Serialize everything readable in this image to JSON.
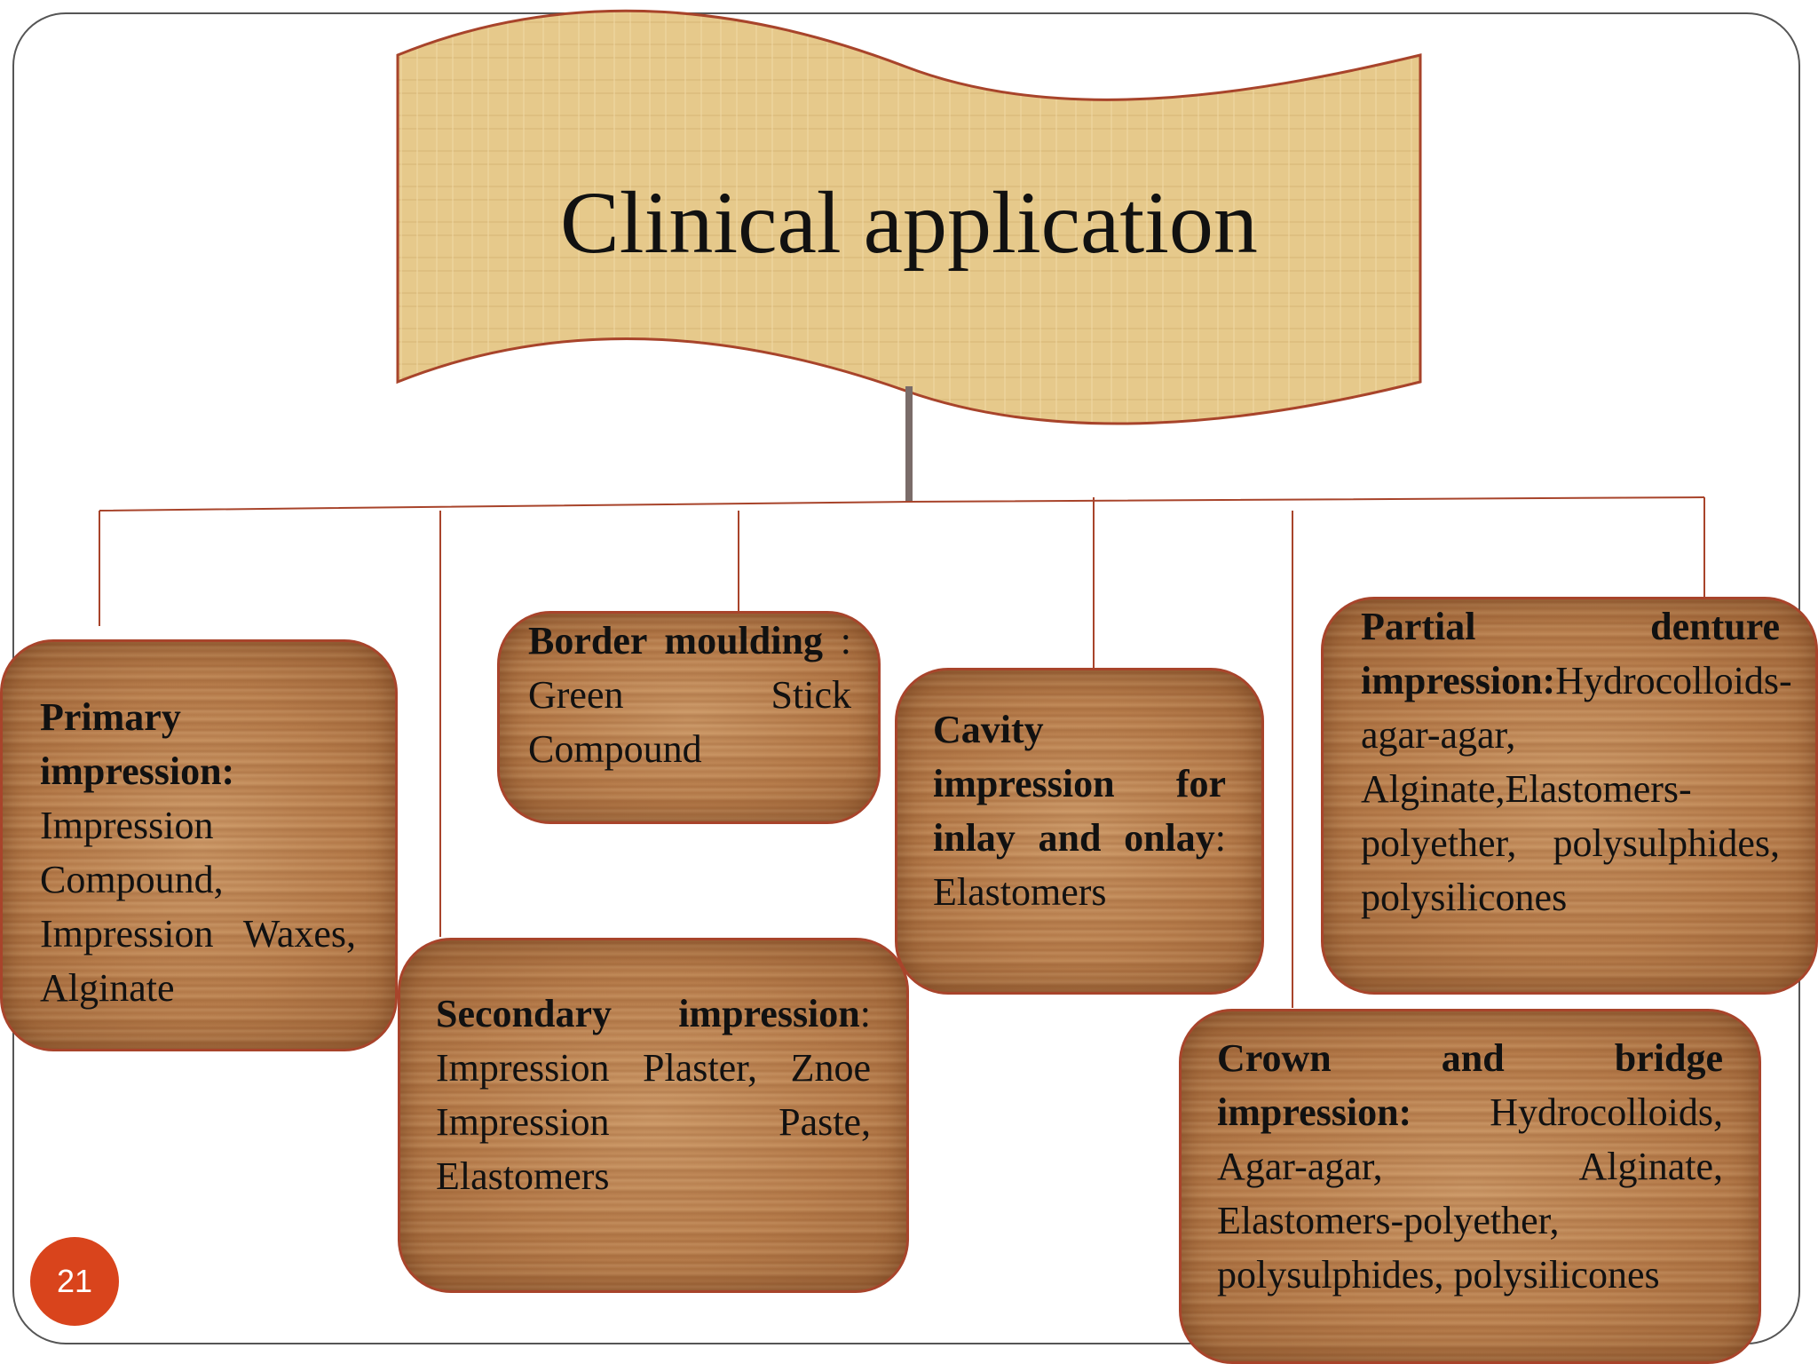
{
  "title": "Clinical application",
  "slide_number": "21",
  "colors": {
    "banner_fill": "#e6c98b",
    "banner_border": "#a8442b",
    "box_border": "#a8442b",
    "connector": "#a8442b",
    "stem": "#7a6c69",
    "slide_number_bg": "#d9441c"
  },
  "boxes": {
    "primary": {
      "heading": "Primary impression:",
      "body": " Impression Compound, Impression Waxes, Alginate"
    },
    "border": {
      "heading": "Border moulding",
      "body": " : Green Stick Compound"
    },
    "cavity": {
      "heading": "Cavity impression for inlay and onlay",
      "body": ": Elastomers"
    },
    "partial": {
      "heading": "Partial denture impression:",
      "body": "Hydrocolloids-agar-agar, Alginate,Elastomers-polyether, polysulphides, polysilicones"
    },
    "secondary": {
      "heading": "Secondary impression",
      "body": ": Impression Plaster, Znoe Impression Paste, Elastomers"
    },
    "crown": {
      "heading": "Crown and bridge impression:",
      "body": " Hydrocolloids, Agar-agar, Alginate, Elastomers-polyether, polysulphides, polysilicones"
    }
  }
}
